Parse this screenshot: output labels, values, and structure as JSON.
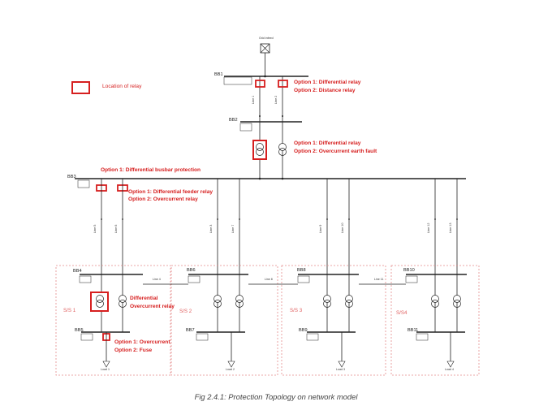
{
  "legend": {
    "label": "Location of relay"
  },
  "grid_label": "Grid infeed",
  "buses": {
    "bb1": "BB1",
    "bb2": "BB2",
    "bb3": "BB3",
    "bb4": "BB4",
    "bb5": "BB5",
    "bb6": "BB6",
    "bb7": "BB7",
    "bb8": "BB8",
    "bb9": "BB9",
    "bb10": "BB10",
    "bb11": "BB11"
  },
  "annotations": {
    "bb1_opt1": "Option 1: Differential relay",
    "bb1_opt2": "Option 2: Distance relay",
    "tr_opt1": "Option 1: Differential relay",
    "tr_opt2": "Option 2: Overcurrent earth fault",
    "busbar_opt1": "Option 1: Differential busbar protection",
    "feeder_opt1": "Option 1: Differential feeder relay",
    "feeder_opt2": "Option 2: Overcurrent relay",
    "ss1_diff": "Differential",
    "ss1_oc": "Overcurrent relay",
    "bb5_opt1": "Option 1: Overcurrent",
    "bb5_opt2": "Option 2: Fuse"
  },
  "substations": {
    "ss1": "S/S 1",
    "ss2": "S/S 2",
    "ss3": "S/S 3",
    "ss4": "S/S4"
  },
  "lines": {
    "l1": "Line 1",
    "l2": "Line 2",
    "l3": "Line 3",
    "l4": "Line 4",
    "l5": "Line 5",
    "l6": "Line 6",
    "l7": "Line 7",
    "l8": "Line 8",
    "l9": "Line 9",
    "l10": "Line 10",
    "l11": "Line 11",
    "l12": "Line 12",
    "l13": "Line 13"
  },
  "loads": {
    "load1": "Load 1",
    "load2": "Load 2",
    "load3": "Load 3",
    "load4": "Load 4"
  },
  "caption": "Fig 2.4.1: Protection Topology on network model",
  "colors": {
    "relay_red": "#d61f1f",
    "line": "#222222",
    "substation_border": "#e58a8a"
  }
}
